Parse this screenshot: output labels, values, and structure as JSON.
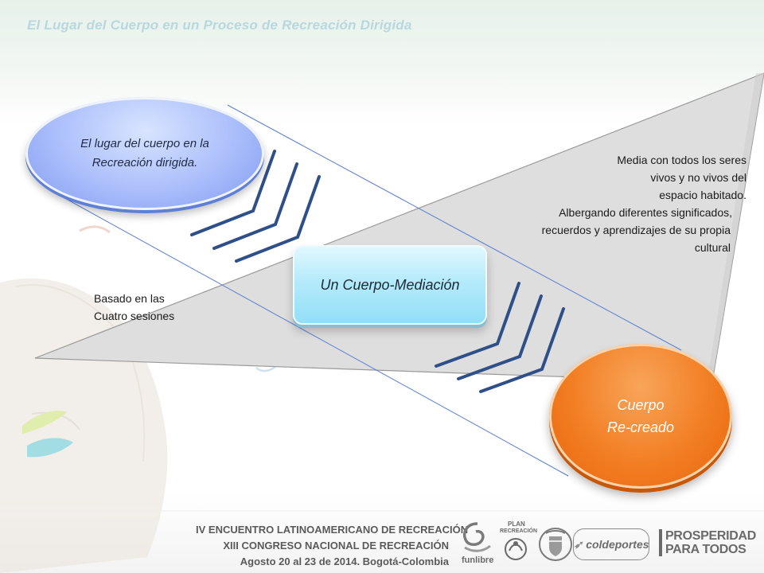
{
  "slide": {
    "title": "El Lugar del Cuerpo en un Proceso de Recreación Dirigida"
  },
  "diagram": {
    "top_oval_lines": [
      "El lugar del cuerpo en la",
      "Recreación dirigida."
    ],
    "center_box": "Un Cuerpo-Mediación",
    "bottom_oval_lines": [
      "Cuerpo",
      "Re-creado"
    ],
    "left_note_lines": [
      "Basado en las",
      "Cuatro sesiones"
    ],
    "right_note_lines": [
      "Media con todos los seres",
      "vivos y no vivos del",
      "espacio habitado.",
      "Albergando diferentes significados,",
      "recuerdos y aprendizajes de su propia",
      "cultural"
    ]
  },
  "footer": {
    "lines": [
      "IV ENCUENTRO LATINOAMERICANO DE RECREACIÓN",
      "XIII CONGRESO NACIONAL DE RECREACIÓN",
      "Agosto 20 al 23 de 2014.  Bogotá-Colombia"
    ],
    "logos": {
      "funlibre": "funlibre",
      "plan_top": "PLAN",
      "plan_mid": "RECREACIÓN",
      "coldeportes": "coldeportes",
      "prosperidad": [
        "PROSPERIDAD",
        "PARA TODOS"
      ]
    }
  },
  "colors": {
    "accent_blue": "#2f4f88",
    "oval_blue": "#a9bdfb",
    "box_cyan": "#b5ebfb",
    "oval_orange": "#f27d22",
    "triangle_gray": "#dcdcdc"
  }
}
